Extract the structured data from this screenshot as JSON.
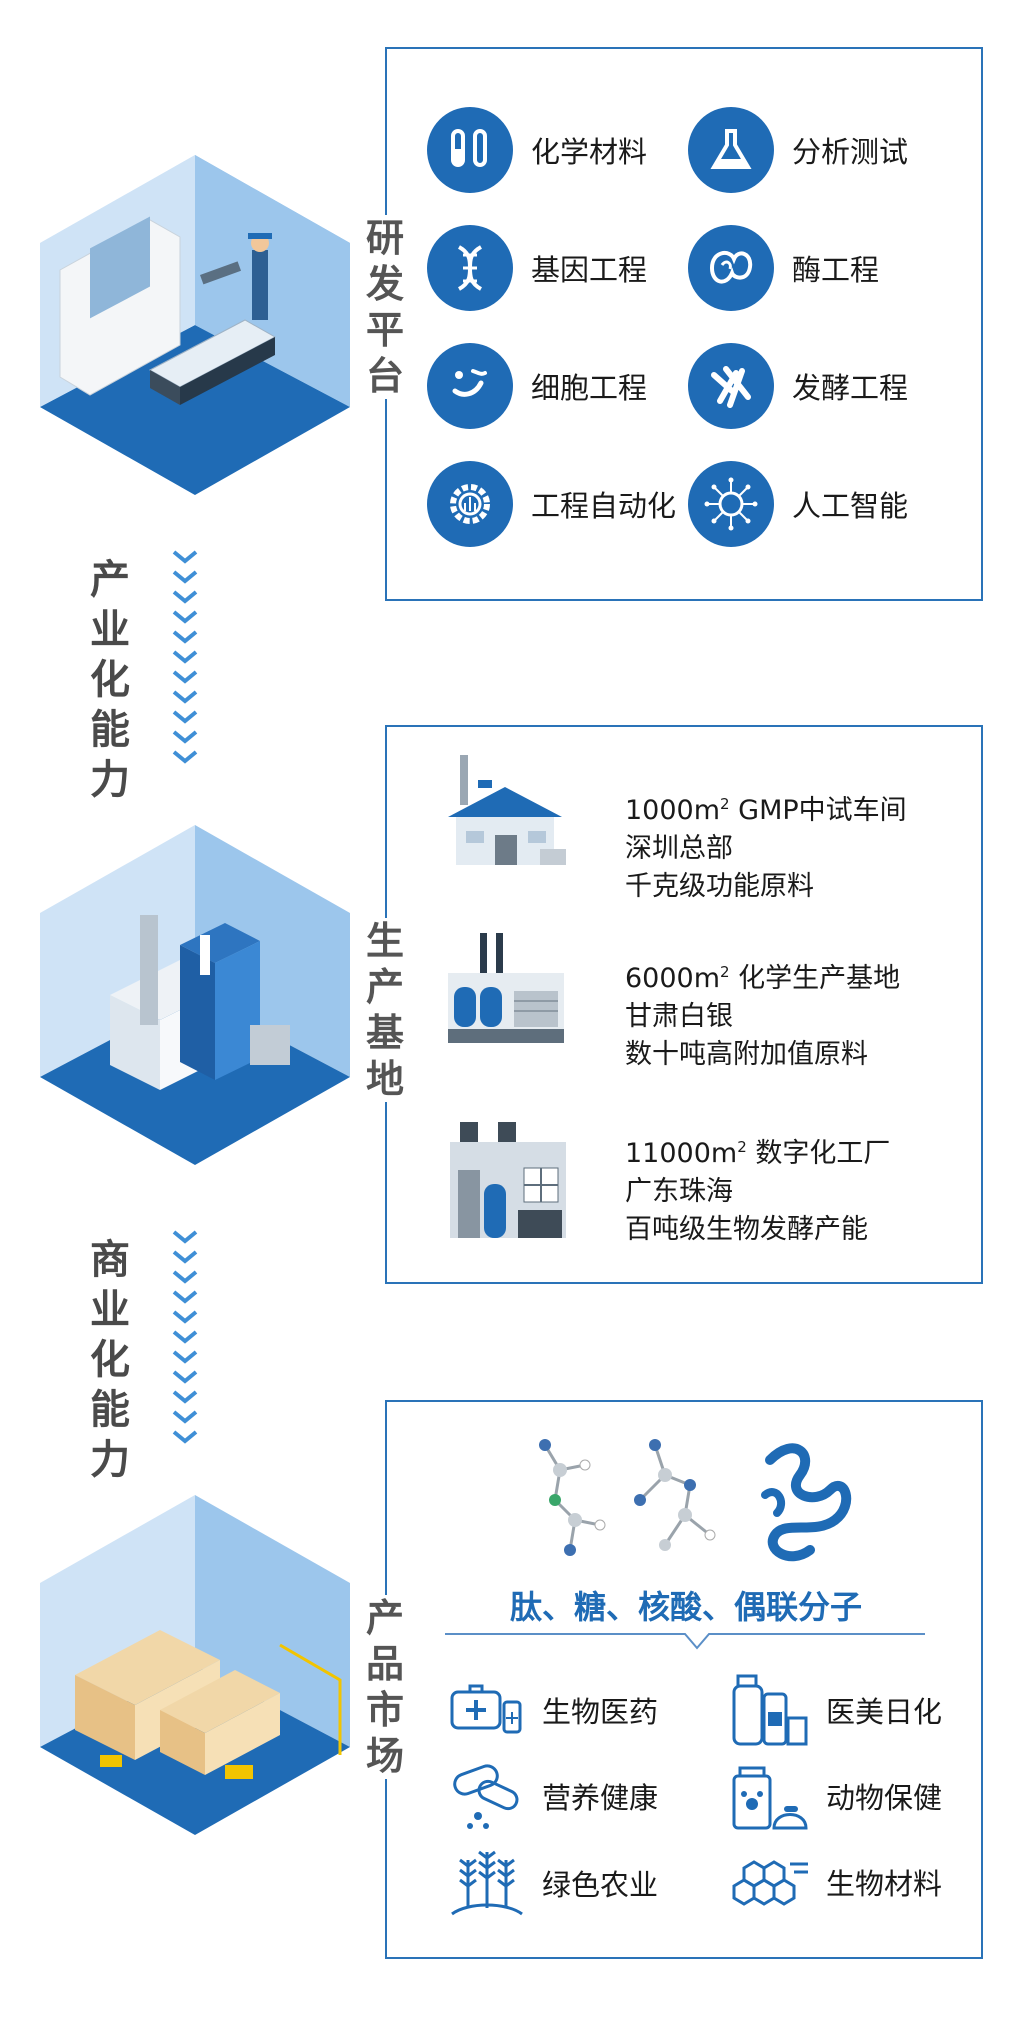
{
  "sections": {
    "rd": {
      "label_chars": [
        "研",
        "发",
        "平",
        "台"
      ],
      "items": [
        {
          "label": "化学材料",
          "icon": "chemistry-tubes-icon"
        },
        {
          "label": "分析测试",
          "icon": "flask-icon"
        },
        {
          "label": "基因工程",
          "icon": "dna-icon"
        },
        {
          "label": "酶工程",
          "icon": "enzyme-icon"
        },
        {
          "label": "细胞工程",
          "icon": "cell-icon"
        },
        {
          "label": "发酵工程",
          "icon": "fermentation-icon"
        },
        {
          "label": "工程自动化",
          "icon": "automation-gear-icon"
        },
        {
          "label": "人工智能",
          "icon": "ai-chip-icon"
        }
      ]
    },
    "production": {
      "label_chars": [
        "生",
        "产",
        "基",
        "地"
      ],
      "bases": [
        {
          "area_num": "1000m",
          "area_sup": "2",
          "area_rest": " GMP中试车间",
          "location": "深圳总部",
          "capacity": "千克级功能原料",
          "icon": "pilot-workshop-icon"
        },
        {
          "area_num": "6000m",
          "area_sup": "2",
          "area_rest": " 化学生产基地",
          "location": "甘肃白银",
          "capacity": "数十吨高附加值原料",
          "icon": "chemical-plant-icon"
        },
        {
          "area_num": "11000m",
          "area_sup": "2",
          "area_rest": " 数字化工厂",
          "location": "广东珠海",
          "capacity": "百吨级生物发酵产能",
          "icon": "digital-factory-icon"
        }
      ]
    },
    "market": {
      "label_chars": [
        "产",
        "品",
        "市",
        "场"
      ],
      "molecules_title": "肽、糖、核酸、偶联分子",
      "items": [
        {
          "label": "生物医药",
          "icon": "medical-kit-icon"
        },
        {
          "label": "医美日化",
          "icon": "cosmetics-bottles-icon"
        },
        {
          "label": "营养健康",
          "icon": "capsules-icon"
        },
        {
          "label": "动物保健",
          "icon": "pet-food-icon"
        },
        {
          "label": "绿色农业",
          "icon": "wheat-icon"
        },
        {
          "label": "生物材料",
          "icon": "hexagon-material-icon"
        }
      ]
    }
  },
  "flows": [
    {
      "chars": [
        "产",
        "业",
        "化",
        "能",
        "力"
      ]
    },
    {
      "chars": [
        "商",
        "业",
        "化",
        "能",
        "力"
      ]
    }
  ],
  "colors": {
    "primary": "#1f6bb5",
    "border": "#2a73b8",
    "light_blue": "#a8cdef",
    "arrow": "#3f8fd6"
  }
}
